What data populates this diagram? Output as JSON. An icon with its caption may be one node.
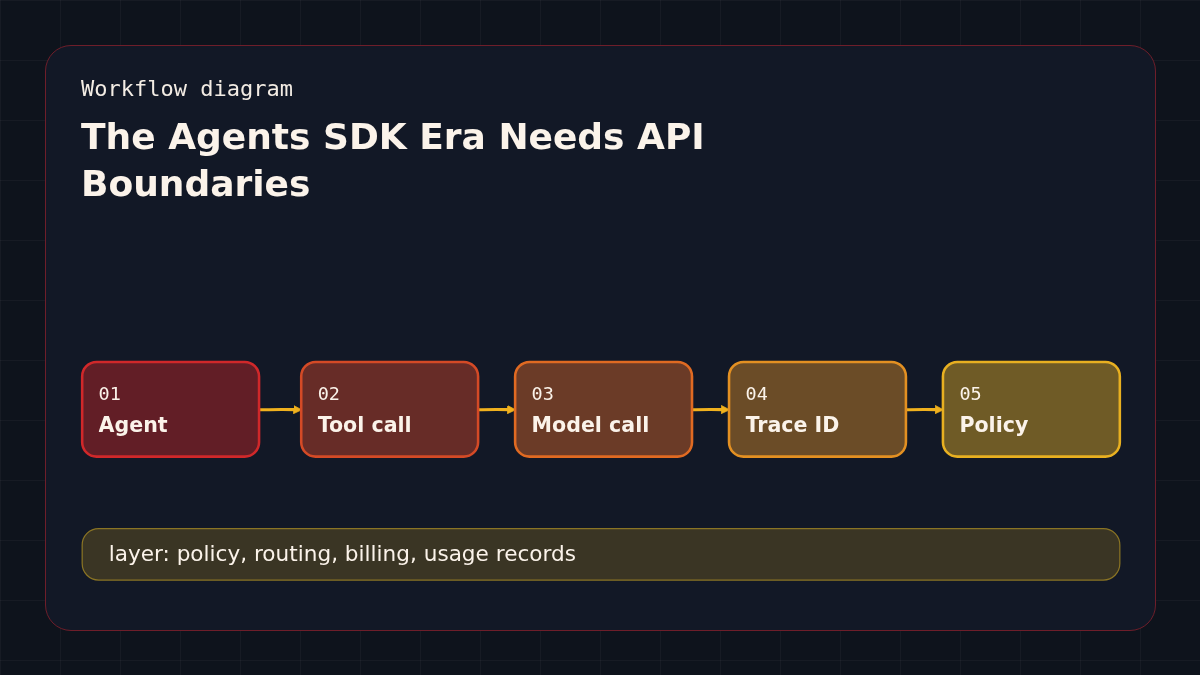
{
  "diagram": {
    "title": "The Agents SDK Era Needs API Boundaries",
    "nodes": [
      {
        "text": [
          "01",
          "Agent"
        ]
      },
      {
        "text": [
          "02",
          "Tool call"
        ]
      },
      {
        "text": [
          "03",
          "Model call"
        ]
      },
      {
        "text": [
          "04",
          "Trace ID"
        ]
      },
      {
        "text": [
          "05",
          "Policy"
        ]
      },
      {
        "text": [
          "layer: policy, routing, billing, usage records"
        ]
      }
    ],
    "edges": [
      {
        "from": 0,
        "to": 1,
        "arrow": "to"
      },
      {
        "from": 1,
        "to": 2,
        "arrow": "to"
      },
      {
        "from": 2,
        "to": 3,
        "arrow": "to"
      },
      {
        "from": 3,
        "to": 4,
        "arrow": "to"
      }
    ],
    "labels": [
      "Workflow diagram"
    ]
  }
}
